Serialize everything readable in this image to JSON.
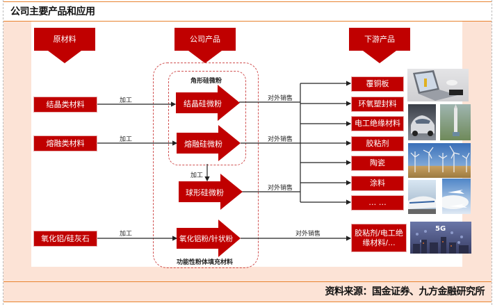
{
  "title": "公司主要产品和应用",
  "source": "资料来源：国金证券、九方金融研究所",
  "colors": {
    "accent_red": "#c00000",
    "border_orange": "#e8822e",
    "peach_background": "#fce3d6",
    "dashed_outline": "#d05050"
  },
  "headers": {
    "raw_materials": "原材料",
    "company_products": "公司产品",
    "downstream_products": "下游产品"
  },
  "raw_materials": [
    {
      "label": "结晶类材料",
      "process": "加工"
    },
    {
      "label": "熔融类材料",
      "process": "加工"
    },
    {
      "label": "氧化铝/硅灰石",
      "process": "加工"
    }
  ],
  "groups": {
    "angular": "角形硅微粉",
    "functional": "功能性粉体填充材料"
  },
  "products": [
    {
      "label": "结晶硅微粉",
      "sale": "对外销售"
    },
    {
      "label": "熔融硅微粉",
      "sale": "对外销售"
    },
    {
      "label": "球形硅微粉",
      "sale": "对外销售",
      "process_in": "加工"
    },
    {
      "label": "氧化铝粉/针状粉",
      "sale": "对外销售"
    }
  ],
  "downstream": [
    "覆铜板",
    "环氧塑封料",
    "电工绝缘材料",
    "胶粘剂",
    "陶瓷",
    "涂料",
    "… …"
  ],
  "downstream_extra": "胶粘剂/电工绝缘材料/...",
  "images": [
    {
      "name": "laptop-photo",
      "label": ""
    },
    {
      "name": "car-photo",
      "label": ""
    },
    {
      "name": "rocket-photo",
      "label": ""
    },
    {
      "name": "wind-turbines-photo",
      "label": ""
    },
    {
      "name": "high-speed-train-photo",
      "label": ""
    },
    {
      "name": "airplanes-photo",
      "label": ""
    },
    {
      "name": "5g-city-photo",
      "label": "5G"
    }
  ]
}
